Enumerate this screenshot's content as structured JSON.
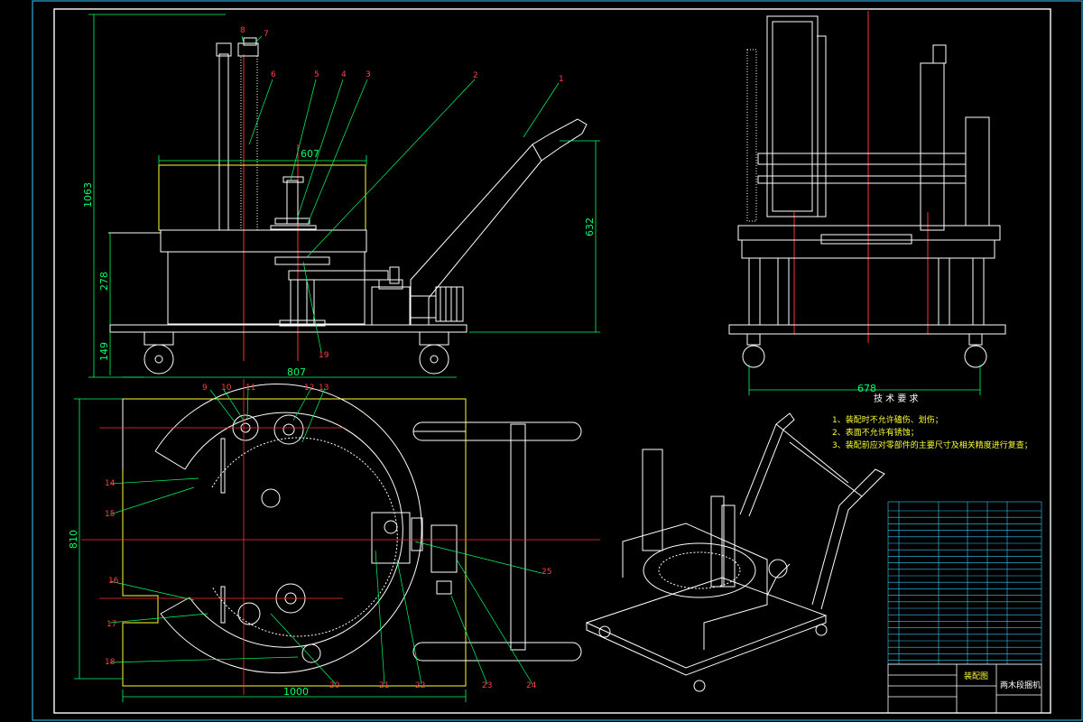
{
  "colors": {
    "background": "#000000",
    "outline": "#ffffff",
    "dimension": "#00ff66",
    "center_line": "#ff3030",
    "leader": "#00ff66",
    "callout": "#ff4040",
    "border_cyan": "#33ccff",
    "note": "#ffff33"
  },
  "dimensions": {
    "height_total": "1063",
    "table_width": "607",
    "height_upper": "632",
    "height_frame": "278",
    "height_wheel": "149",
    "base_length_side": "807",
    "side_width": "678",
    "plan_height": "810",
    "plan_width": "1000"
  },
  "callouts": [
    "1",
    "2",
    "3",
    "4",
    "5",
    "6",
    "7",
    "8",
    "9",
    "10",
    "11",
    "12",
    "13",
    "14",
    "15",
    "16",
    "17",
    "18",
    "19",
    "20",
    "21",
    "22",
    "23",
    "24",
    "25"
  ],
  "technical_requirements": {
    "title": "技 术 要 求",
    "items": [
      "1、装配时不允许磕伤、划伤；",
      "2、表面不允许有锈蚀；",
      "3、装配前应对零部件的主要尺寸及相关精度进行复查；"
    ]
  },
  "title_block": {
    "drawing_name": "装配图",
    "product_name": "两木段捆机"
  }
}
